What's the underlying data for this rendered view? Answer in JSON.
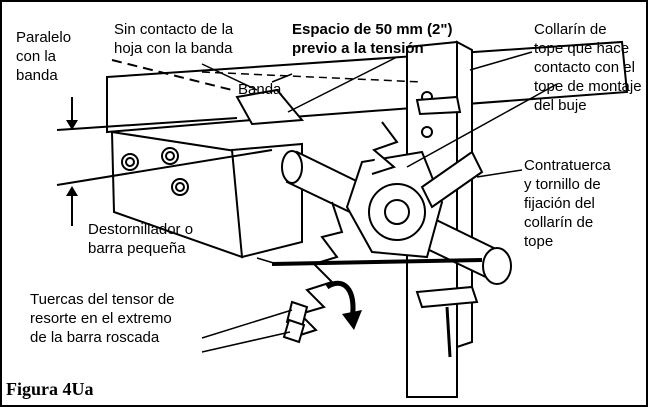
{
  "labels": {
    "paralelo": [
      "Paralelo",
      "con la",
      "banda"
    ],
    "sin_contacto": [
      "Sin contacto de la",
      "hoja con la banda"
    ],
    "espacio": [
      "Espacio de 50 mm (2\")",
      "previo a la tensión"
    ],
    "collarin": [
      "Collarín de",
      "tope que hace",
      "contacto con el",
      "tope de montaje",
      "del buje"
    ],
    "banda": "Banda",
    "contratuerca": [
      "Contratuerca",
      "y tornillo de",
      "fijación del",
      "collarín de",
      "tope"
    ],
    "destornillador": [
      "Destornillador o",
      "barra pequeña"
    ],
    "tuercas": [
      "Tuercas del tensor de",
      "resorte en el extremo",
      "de la barra roscada"
    ]
  },
  "caption": "Figura 4Ua"
}
